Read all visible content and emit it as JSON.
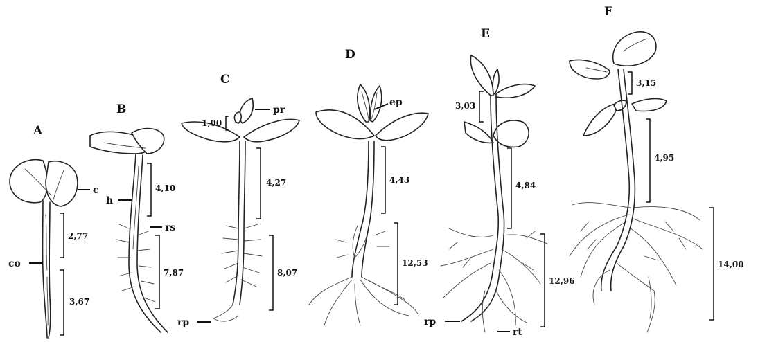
{
  "stages": [
    {
      "letter": "A",
      "measurements": [
        "2,77",
        "3,67"
      ],
      "parts": [
        "c",
        "co"
      ]
    },
    {
      "letter": "B",
      "measurements": [
        "4,10",
        "7,87"
      ],
      "parts": [
        "h",
        "rs"
      ]
    },
    {
      "letter": "C",
      "measurements": [
        "1,00",
        "4,27",
        "8,07"
      ],
      "parts": [
        "pr",
        "rp"
      ]
    },
    {
      "letter": "D",
      "measurements": [
        "4,43",
        "12,53"
      ],
      "parts": [
        "ep"
      ]
    },
    {
      "letter": "E",
      "measurements": [
        "3,03",
        "4,84",
        "12,96"
      ],
      "parts": [
        "rp",
        "rt"
      ]
    },
    {
      "letter": "F",
      "measurements": [
        "3,15",
        "4,95",
        "14,00"
      ],
      "parts": []
    }
  ]
}
